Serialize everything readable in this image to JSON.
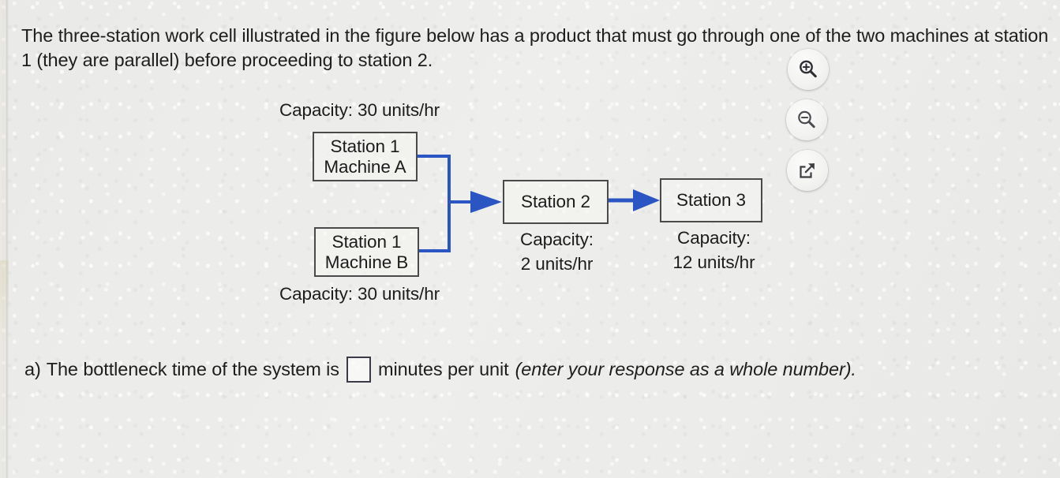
{
  "problem": {
    "prompt": "The three-station work cell illustrated in the figure below has a product that must go through one of the two machines at station 1 (they are parallel) before proceeding to station 2."
  },
  "figure": {
    "nodes": [
      {
        "id": "station1-machine-a",
        "line1": "Station 1",
        "line2": "Machine A",
        "capacity_label": "Capacity: 30 units/hr",
        "capacity_value": 30,
        "capacity_units": "units/hr"
      },
      {
        "id": "station1-machine-b",
        "line1": "Station 1",
        "line2": "Machine B",
        "capacity_label": "Capacity: 30 units/hr",
        "capacity_value": 30,
        "capacity_units": "units/hr"
      },
      {
        "id": "station2",
        "line1": "Station 2",
        "capacity_line1": "Capacity:",
        "capacity_line2": "2 units/hr",
        "capacity_value": 2,
        "capacity_units": "units/hr"
      },
      {
        "id": "station3",
        "line1": "Station 3",
        "capacity_line1": "Capacity:",
        "capacity_line2": "12 units/hr",
        "capacity_value": 12,
        "capacity_units": "units/hr"
      }
    ],
    "arrow_color": "#2b55c2",
    "box_border_color": "#4a4a4a"
  },
  "answer": {
    "part_label": "a)",
    "text_before": "The bottleneck time of the system is",
    "input_value": "",
    "text_after": "minutes per unit",
    "hint": "(enter your response as a whole number)."
  },
  "tools": {
    "zoom_in": "zoom-in",
    "zoom_out": "zoom-out",
    "popout": "open-in-new-window"
  }
}
